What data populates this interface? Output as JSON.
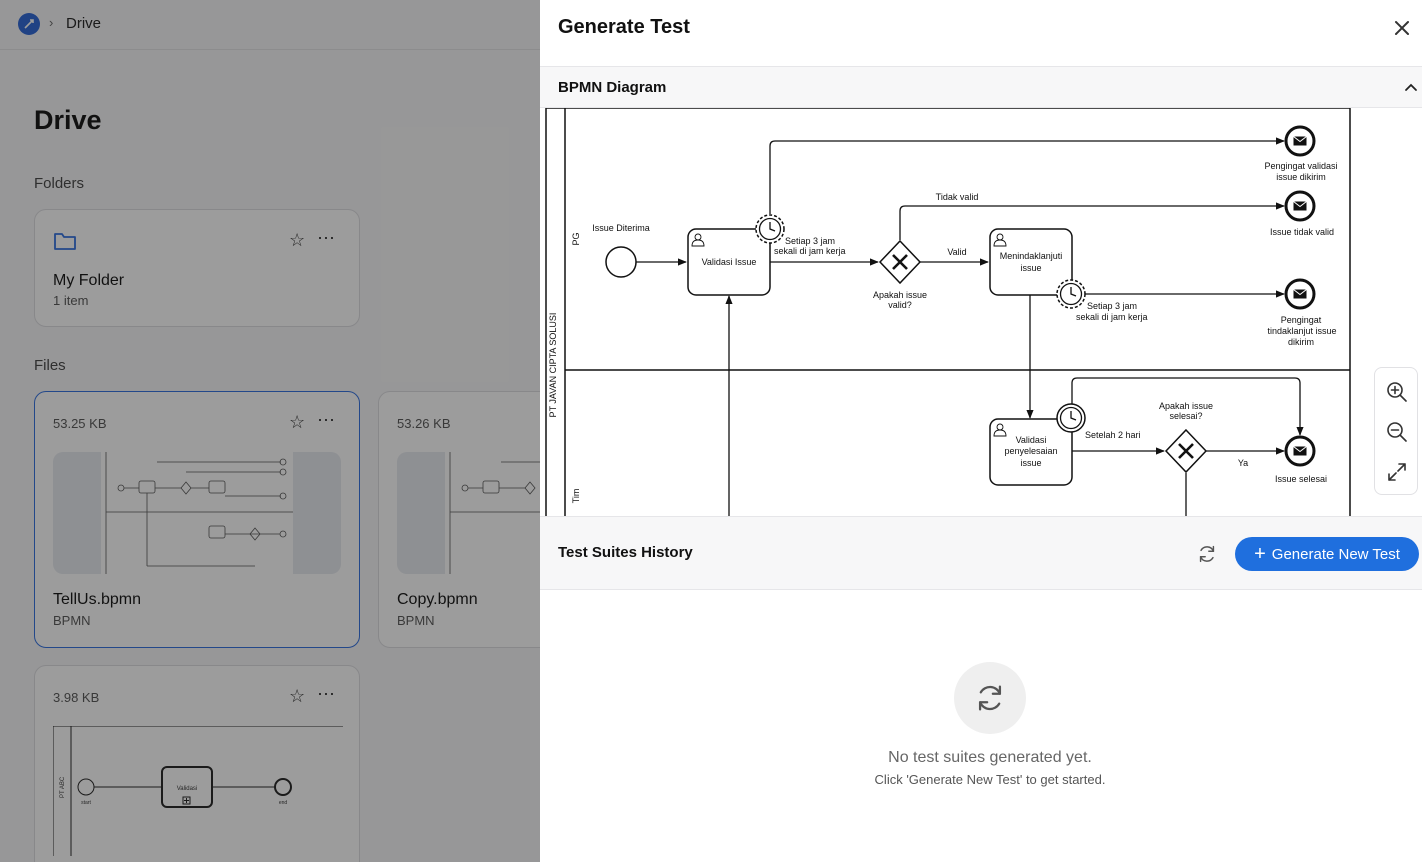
{
  "breadcrumb": {
    "separator": "›",
    "current": "Drive"
  },
  "page": {
    "title": "Drive",
    "folders_label": "Folders",
    "files_label": "Files"
  },
  "folders": [
    {
      "name": "My Folder",
      "count": "1 item"
    }
  ],
  "files": [
    {
      "size": "53.25 KB",
      "name": "TellUs.bpmn",
      "type": "BPMN"
    },
    {
      "size": "53.26 KB",
      "name": "Copy.bpmn",
      "type": "BPMN"
    },
    {
      "size": "3.98 KB",
      "name": "",
      "type": ""
    }
  ],
  "thumb_small": {
    "lane": "PT ABC",
    "task": "Validasi",
    "start": "start",
    "end": "end"
  },
  "drawer": {
    "title": "Generate Test",
    "close_icon": "close-icon",
    "accordion_title": "BPMN Diagram",
    "history_title": "Test Suites History",
    "generate_button": "Generate New Test",
    "empty_title": "No test suites generated yet.",
    "empty_subtitle": "Click 'Generate New Test' to get started."
  },
  "diagram": {
    "pool": "PT JAVAN CIPTA SOLUSI",
    "lane_pg": "PG",
    "lane_tim": "Tim",
    "start_event": "Issue Diterima",
    "task_validasi": "Validasi Issue",
    "timer_1": [
      "Setiap 3 jam",
      "sekali di jam kerja"
    ],
    "gateway_1": [
      "Apakah issue",
      "valid?"
    ],
    "flow_valid": "Valid",
    "flow_tidak_valid": "Tidak valid",
    "task_menindaklanjuti": [
      "Menindaklanjuti",
      "issue"
    ],
    "timer_2": [
      "Setiap 3 jam",
      "sekali di jam kerja"
    ],
    "end_1": [
      "Pengingat validasi",
      "issue dikirim"
    ],
    "end_2": "Issue tidak valid",
    "end_3": [
      "Pengingat",
      "tindaklanjut issue",
      "dikirim"
    ],
    "task_validasi_penyelesaian": [
      "Validasi",
      "penyelesaian",
      "issue"
    ],
    "timer_3": "Setelah 2 hari",
    "gateway_2": [
      "Apakah issue",
      "selesai?"
    ],
    "flow_ya": "Ya",
    "end_4": "Issue selesai"
  },
  "colors": {
    "accent": "#1f6fde",
    "overlay": "rgba(20,20,20,0.42)",
    "selected_border": "#2f6fe0"
  }
}
